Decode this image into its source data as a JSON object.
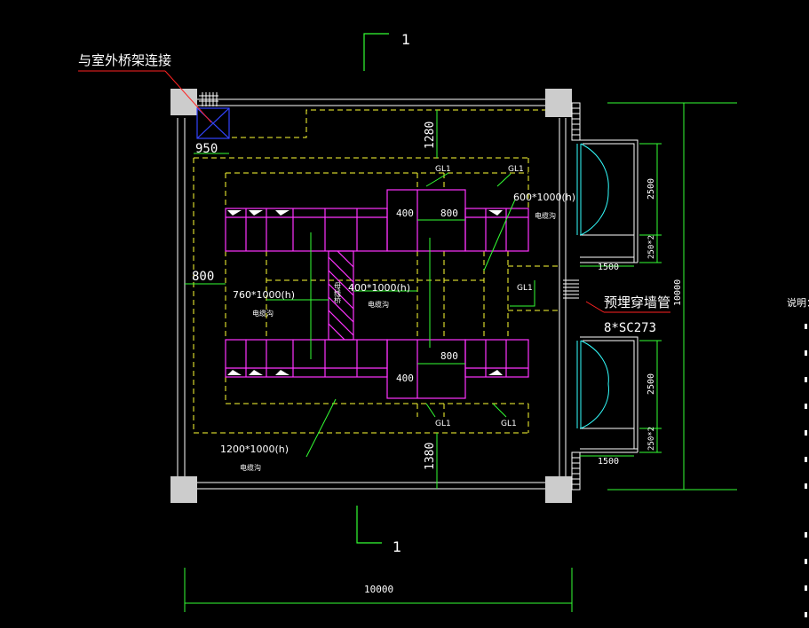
{
  "labels": {
    "section_top": "1",
    "section_bottom": "1",
    "outdoor_tray_link": "与室外桥架连接",
    "dim_950": "950",
    "dim_1280": "1280",
    "dim_800_left": "800",
    "dim_1380": "1380",
    "dim_10000_bottom": "10000",
    "dim_10000_right": "10000",
    "dim_2500_top": "2500",
    "dim_2500_bottom": "2500",
    "dim_250_top": "250*2",
    "dim_250_bottom": "250*2",
    "dim_1500_top": "1500",
    "dim_1500_bottom": "1500",
    "dim_400_top": "400",
    "dim_400_bottom": "400",
    "dim_800_top": "800",
    "dim_800_bottom": "800",
    "trench_760": "760*1000(h)",
    "trench_760_sub": "电缆沟",
    "trench_400": "400*1000(h)",
    "trench_400_sub": "电缆沟",
    "trench_600": "600*1000(h)",
    "trench_600_sub": "电缆沟",
    "trench_1200": "1200*1000(h)",
    "trench_1200_sub": "电缆沟",
    "busway": "母线桥",
    "gl1_a": "GL1",
    "gl1_b": "GL1",
    "gl1_c": "GL1",
    "gl1_d": "GL1",
    "gl1_e": "GL1",
    "embedded_pipe": "预埋穿墙管",
    "pipe_spec": "8*SC273",
    "notes_title": "说明："
  },
  "colors": {
    "background": "#000000",
    "wall": "#ffffff",
    "dashed_yellow": "#ffff33",
    "cabinet_magenta": "#ff33ff",
    "dim_green": "#33ff33",
    "text_white": "#ffffff",
    "leader_red": "#ff2222",
    "door_cyan": "#33ffff",
    "tray_blue": "#3344ff",
    "column_fill": "#cccccc"
  }
}
